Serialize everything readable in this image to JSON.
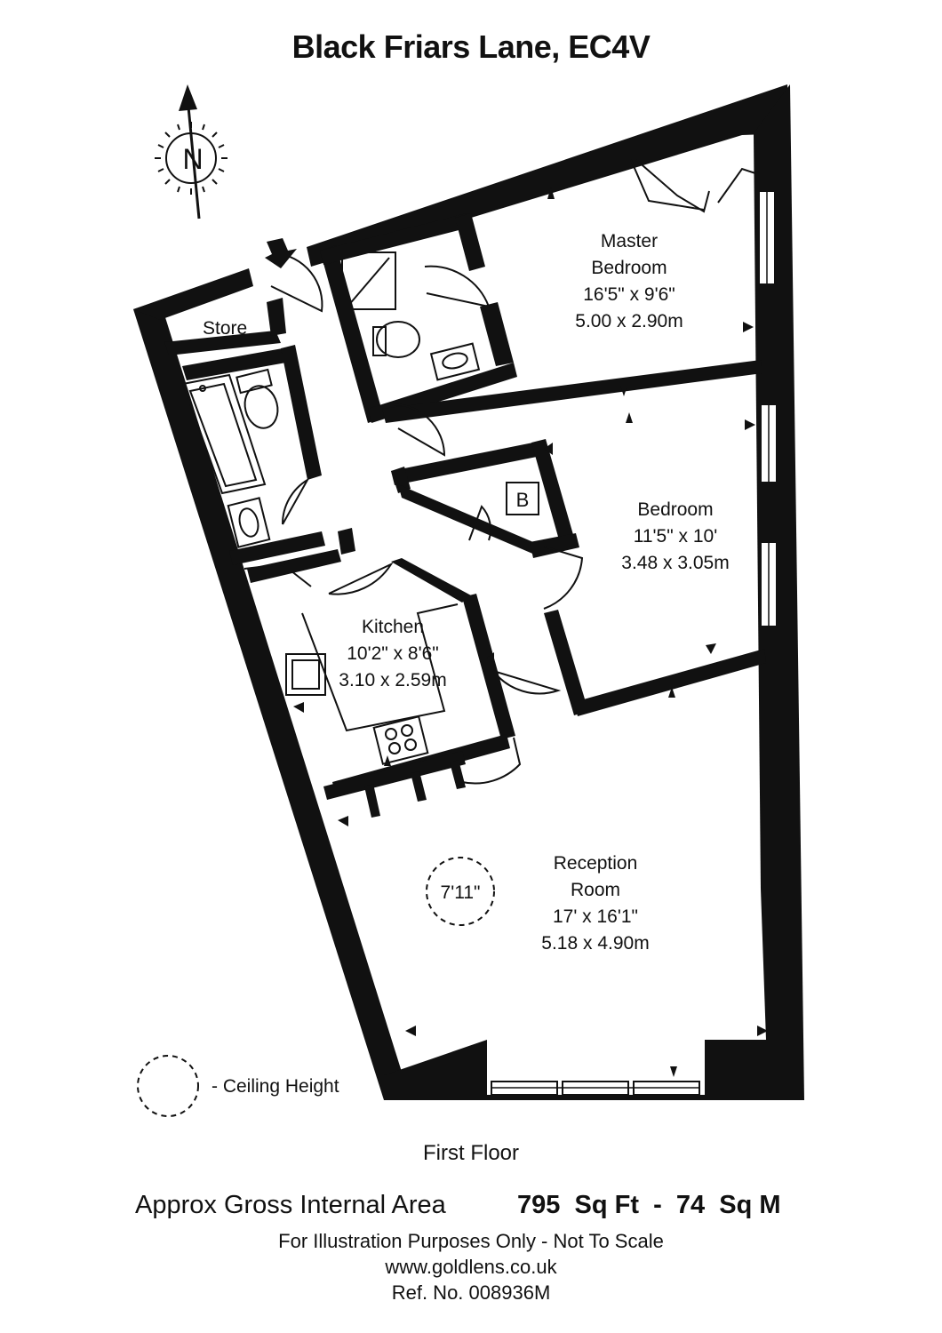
{
  "title": "Black Friars Lane, EC4V",
  "compass": {
    "letter": "N"
  },
  "rooms": [
    {
      "key": "master",
      "lines": [
        "Master",
        "Bedroom",
        "16'5\" x 9'6\"",
        "5.00 x 2.90m"
      ]
    },
    {
      "key": "bedroom",
      "lines": [
        "Bedroom",
        "11'5\" x 10'",
        "3.48 x 3.05m"
      ]
    },
    {
      "key": "kitchen",
      "lines": [
        "Kitchen",
        "10'2\" x 8'6\"",
        "3.10 x 2.59m"
      ]
    },
    {
      "key": "reception",
      "lines": [
        "Reception",
        "Room",
        "17' x 16'1\"",
        "5.18 x 4.90m"
      ]
    }
  ],
  "store_label": "Store",
  "boiler_label": "B",
  "ceiling_height_value": "7'11\"",
  "ceiling_height_legend": "- Ceiling Height",
  "floor_name": "First Floor",
  "area": {
    "label": "Approx Gross Internal Area",
    "value": "795  Sq Ft  -  74  Sq M"
  },
  "disclaimer": "For Illustration Purposes Only - Not To Scale",
  "website": "www.goldlens.co.uk",
  "reference": "Ref. No. 008936M"
}
